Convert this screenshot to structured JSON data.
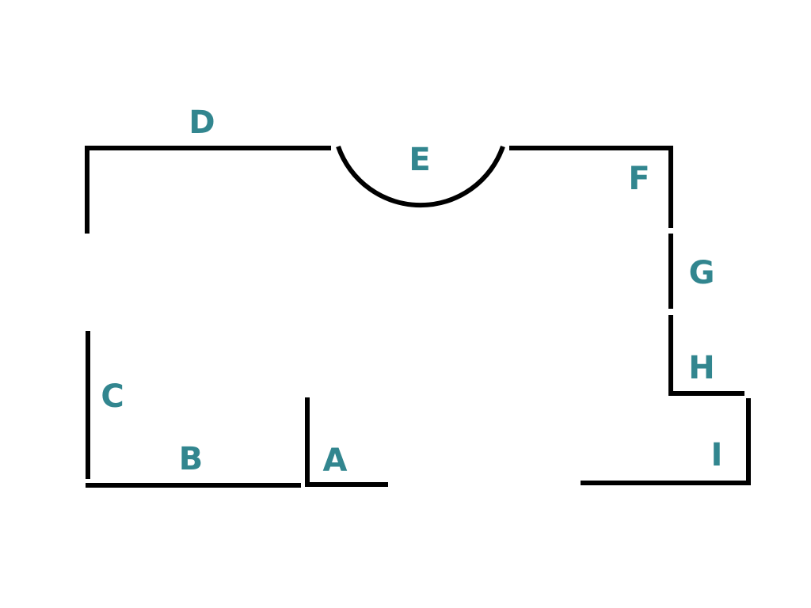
{
  "colors": {
    "wall": "#000000",
    "label": "#32868f"
  },
  "labels": {
    "A": "A",
    "B": "B",
    "C": "C",
    "D": "D",
    "E": "E",
    "F": "F",
    "G": "G",
    "H": "H",
    "I": "I"
  }
}
